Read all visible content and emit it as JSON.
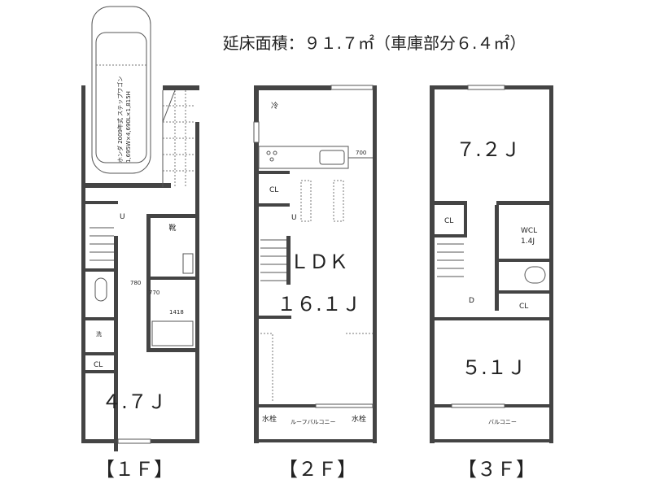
{
  "title": "延床面積：９１.７㎡（車庫部分６.４㎡）",
  "floors": [
    {
      "label": "【１Ｆ】",
      "car_text_1": "ホンダ 2009年式 ステップワゴン",
      "car_text_2": "1,695W×4,690L×1,815H",
      "shoe": "靴",
      "dim_780": "780",
      "dim_770": "770",
      "dim_1418": "1418",
      "wash": "洗",
      "closet": "CL",
      "stair_dir": "U",
      "room": "４.７Ｊ"
    },
    {
      "label": "【２Ｆ】",
      "fridge": "冷",
      "closet": "CL",
      "dim_700": "700",
      "stair_dir": "U",
      "ldk": "ＬＤＫ",
      "room": "１６.１Ｊ",
      "faucet_left": "水栓",
      "faucet_right": "水栓",
      "balcony": "ルーフバルコニー"
    },
    {
      "label": "【３Ｆ】",
      "room_top": "７.２Ｊ",
      "closet_1": "CL",
      "wcl": "WCL",
      "wcl_size": "1.4J",
      "stair_dir": "D",
      "closet_2": "CL",
      "room_bottom": "５.１Ｊ",
      "balcony": "バルコニー"
    }
  ]
}
